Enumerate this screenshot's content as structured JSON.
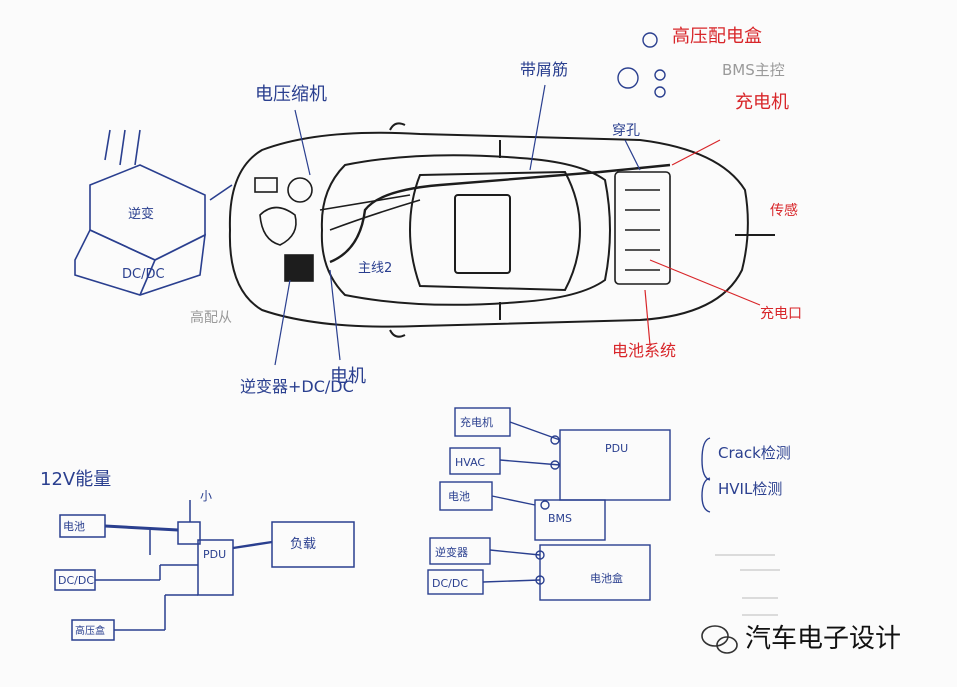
{
  "car_labels": {
    "compressor": "电压缩机",
    "wire_harness": "带屑筋",
    "hv_distribution_box": "高压配电盒",
    "bms_main": "BMS主控",
    "charger": "充电机",
    "battery_pack": "电池系统",
    "slot": "穿孔",
    "inverter_dcdc": "逆变器+DC/DC",
    "motor": "电机",
    "cable2": "主线2",
    "radiator": "高配从",
    "charge_port": "充电口",
    "sensor": "传感"
  },
  "thermal_box": {
    "top": "逆变",
    "bottom": "DC/DC"
  },
  "energy_12v": {
    "title": "12V能量",
    "nodes": [
      "电池",
      "DC/DC",
      "高压盒",
      "PDU",
      "负载"
    ],
    "small_label": "小"
  },
  "hv_diagram": {
    "nodes": [
      "充电机",
      "HVAC",
      "电池",
      "逆变器",
      "DC/DC",
      "PDU",
      "BMS",
      "电池盒"
    ]
  },
  "checks": [
    "Crack检测",
    "HVIL检测"
  ],
  "watermark": {
    "text": "汽车电子设计"
  }
}
